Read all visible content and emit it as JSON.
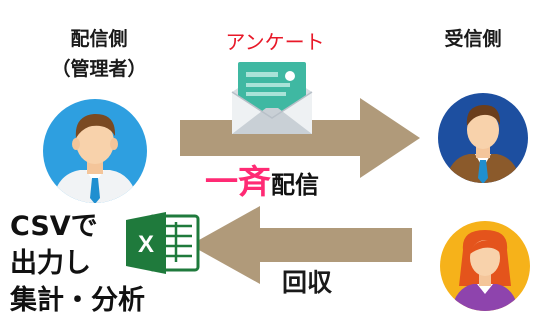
{
  "sender": {
    "title": "配信側",
    "subtitle": "（管理者）"
  },
  "receiver": {
    "title": "受信側"
  },
  "survey_label": "アンケート",
  "broadcast": {
    "highlight": "一斉",
    "rest": "配信"
  },
  "collect_label": "回収",
  "csv_lines": [
    "CSVで",
    "出力し",
    "集計・分析"
  ],
  "icons": {
    "sender": "businessman-avatar-icon",
    "receiver_top": "man-avatar-icon",
    "receiver_bottom": "woman-avatar-icon",
    "mail": "envelope-icon",
    "excel": "excel-icon"
  },
  "colors": {
    "arrow": "#b09a7a",
    "survey_text": "#e81828",
    "highlight": "#ff2a74",
    "excel_green": "#1f7a3c",
    "avatar_blue": "#2e9fe0",
    "receiver_dark_blue": "#1d4fa0",
    "receiver_orange": "#f6b21a"
  }
}
